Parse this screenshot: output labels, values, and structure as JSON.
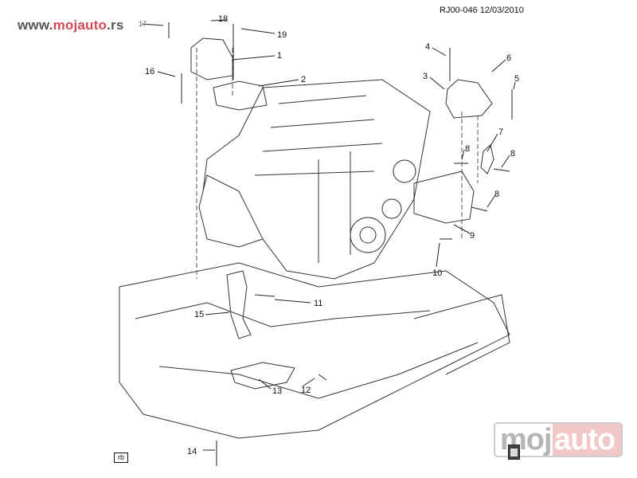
{
  "watermark": {
    "prefix": "www.",
    "brand": "mojauto",
    "suffix": ".rs"
  },
  "diagram_code": "RJ00-046  12/03/2010",
  "callouts": [
    {
      "id": "17",
      "label": "17"
    },
    {
      "id": "18",
      "label": "18"
    },
    {
      "id": "19",
      "label": "19"
    },
    {
      "id": "1",
      "label": "1"
    },
    {
      "id": "16",
      "label": "16"
    },
    {
      "id": "2",
      "label": "2"
    },
    {
      "id": "4",
      "label": "4"
    },
    {
      "id": "6",
      "label": "6"
    },
    {
      "id": "3",
      "label": "3"
    },
    {
      "id": "5",
      "label": "5"
    },
    {
      "id": "7",
      "label": "7"
    },
    {
      "id": "8a",
      "label": "8"
    },
    {
      "id": "8b",
      "label": "8"
    },
    {
      "id": "8c",
      "label": "8"
    },
    {
      "id": "9",
      "label": "9"
    },
    {
      "id": "10",
      "label": "10"
    },
    {
      "id": "11",
      "label": "11"
    },
    {
      "id": "15",
      "label": "15"
    },
    {
      "id": "13",
      "label": "13"
    },
    {
      "id": "12",
      "label": "12"
    },
    {
      "id": "14",
      "label": "14"
    }
  ],
  "view_tag": "rb",
  "logo": {
    "gray": "moj",
    "red": "auto"
  },
  "colors": {
    "brand_red": "#d04a55",
    "line": "#222222"
  }
}
